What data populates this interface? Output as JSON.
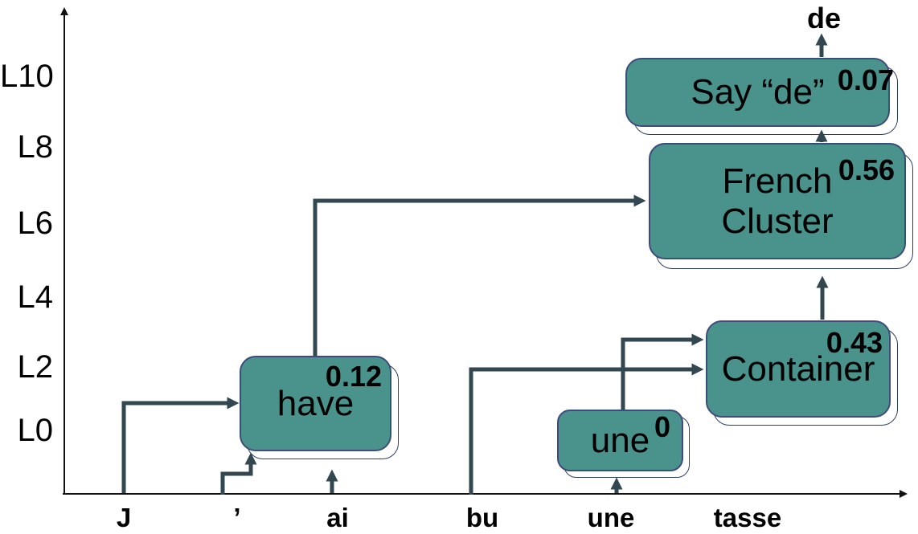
{
  "diagram_title": "attention-circuit-diagram",
  "colors": {
    "node_fill": "#4a938c",
    "node_border": "#3d4c7b",
    "shadow_border": "#2e3e60",
    "arrow": "#32474f",
    "axis": "#111111"
  },
  "y_axis": {
    "labels": [
      "L10",
      "L8",
      "L6",
      "L4",
      "L2",
      "L0"
    ]
  },
  "x_axis": {
    "labels": [
      "J",
      "’",
      "ai",
      "bu",
      "une",
      "tasse"
    ]
  },
  "output_label": "de",
  "nodes": {
    "have": {
      "label": "have",
      "score": "0.12"
    },
    "une": {
      "label": "une",
      "score": "0"
    },
    "container": {
      "label": "Container",
      "score": "0.43"
    },
    "french_cluster": {
      "line1": "French",
      "line2": "Cluster",
      "score": "0.56"
    },
    "say_de": {
      "label": "Say “de”",
      "score": "0.07"
    }
  },
  "edges": [
    {
      "from": "J (token)",
      "to": "have"
    },
    {
      "from": "’ (token)",
      "to": "have"
    },
    {
      "from": "ai (token)",
      "to": "have"
    },
    {
      "from": "bu (token)",
      "to": "Container"
    },
    {
      "from": "une (token)",
      "to": "une"
    },
    {
      "from": "une",
      "to": "Container"
    },
    {
      "from": "have",
      "to": "French Cluster"
    },
    {
      "from": "Container",
      "to": "French Cluster"
    },
    {
      "from": "French Cluster",
      "to": "Say “de”"
    },
    {
      "from": "Say “de”",
      "to": "de (output)"
    }
  ]
}
